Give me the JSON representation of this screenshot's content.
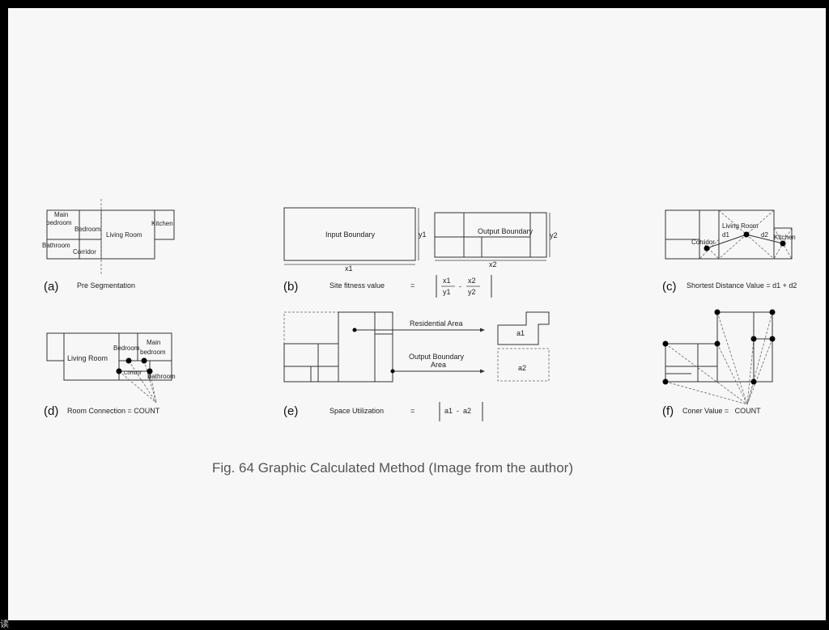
{
  "caption": "Fig. 64 Graphic Calculated Method (Image from the author)",
  "corner_glyph": "读",
  "panels": {
    "a": {
      "tag": "(a)",
      "description": "Pre Segmentation",
      "rooms": {
        "main": "Main",
        "bedroom_line2": "bedroom",
        "bedroom": "Bedroom",
        "living": "Living Room",
        "kitchen": "Kitchen",
        "bathroom": "Bathroom",
        "corridor": "Corridor"
      }
    },
    "b": {
      "tag": "(b)",
      "description": "Site fitness value",
      "input_boundary": "Input Boundary",
      "output_boundary": "Output Boundary",
      "x1": "x1",
      "y1": "y1",
      "x2": "x2",
      "y2": "y2",
      "equals": "=",
      "minus": "-"
    },
    "c": {
      "tag": "(c)",
      "description": "Shortest Distance Value = d1 + d2",
      "rooms": {
        "living": "Living Room",
        "corridor": "Corridor",
        "kitchen": "Kitchen"
      },
      "d1": "d1",
      "d2": "d2"
    },
    "d": {
      "tag": "(d)",
      "description": "Room Connection = COUNT",
      "rooms": {
        "living": "Living Room",
        "bedroom": "Bedroom",
        "main": "Main",
        "bedroom_line2": "bedroom",
        "corridor": "Corridor",
        "bathroom": "Bathroom"
      }
    },
    "e": {
      "tag": "(e)",
      "description": "Space Utilization",
      "residential_area": "Residential Area",
      "output_area_line1": "Output Boundary",
      "output_area_line2": "Area",
      "a1": "a1",
      "a2": "a2",
      "equals": "=",
      "formula": "a1  -  a2"
    },
    "f": {
      "tag": "(f)",
      "description": "Coner Value =   COUNT"
    }
  }
}
